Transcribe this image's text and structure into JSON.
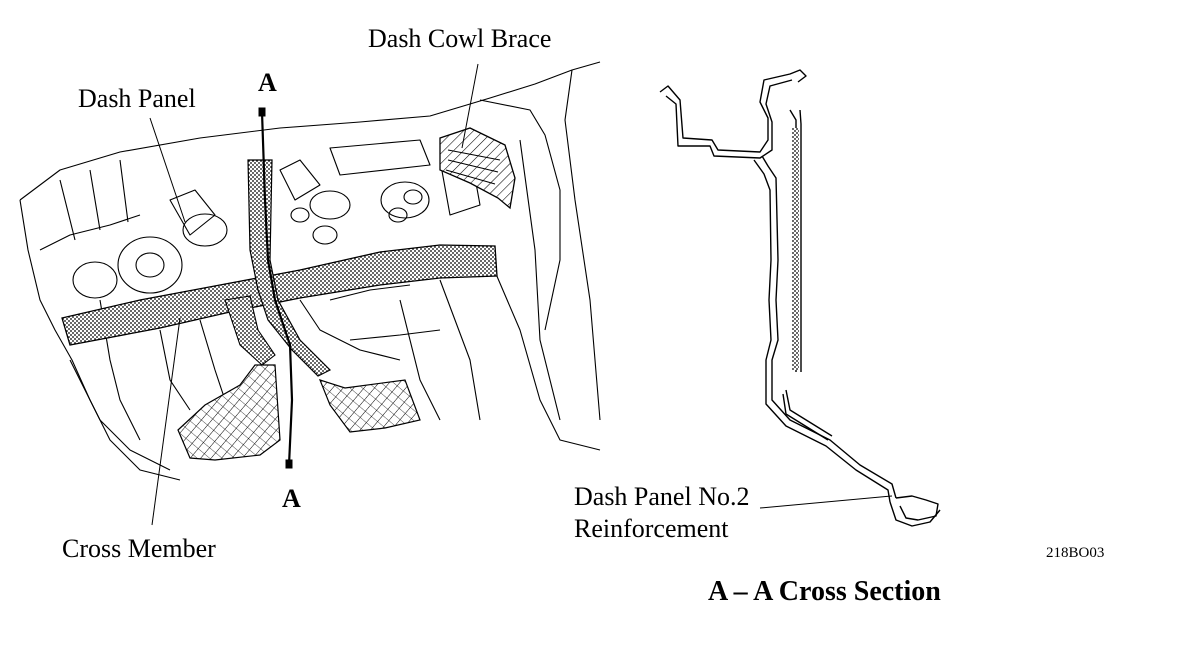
{
  "labels": {
    "dash_cowl_brace": "Dash Cowl Brace",
    "dash_panel": "Dash Panel",
    "cross_member": "Cross Member",
    "reinforcement_line1": "Dash Panel No.2",
    "reinforcement_line2": "Reinforcement",
    "section_top": "A",
    "section_bottom": "A"
  },
  "caption": "A – A Cross Section",
  "figure_code": "218BO03",
  "colors": {
    "ink": "#000000",
    "stipple": "#b4b4b4",
    "paper": "#ffffff"
  }
}
